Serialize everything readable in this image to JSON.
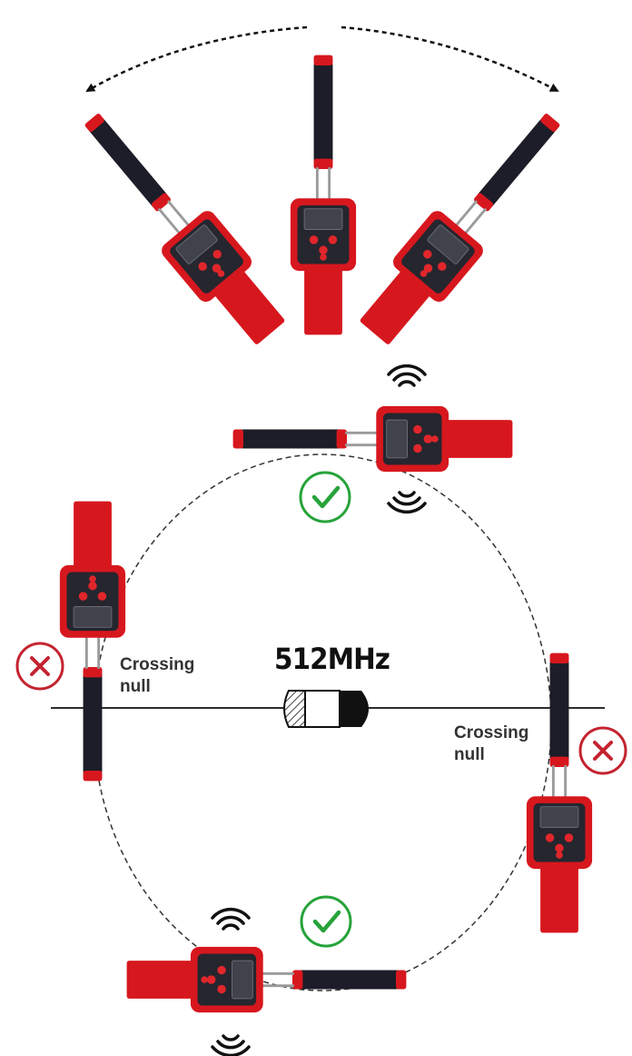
{
  "frequency": "512MHz",
  "left_label": {
    "line1": "Crossing",
    "line2": "null"
  },
  "right_label": {
    "line1": "Crossing",
    "line2": "null"
  },
  "colors": {
    "device_red": "#d7171e",
    "ok_green": "#27a33a",
    "bad_red": "#c42330",
    "handle_black": "#1c1d28"
  },
  "marks": {
    "top_position": "check-mark-icon",
    "bottom_position": "check-mark-icon",
    "left_position": "x-mark-icon",
    "right_position": "x-mark-icon"
  }
}
